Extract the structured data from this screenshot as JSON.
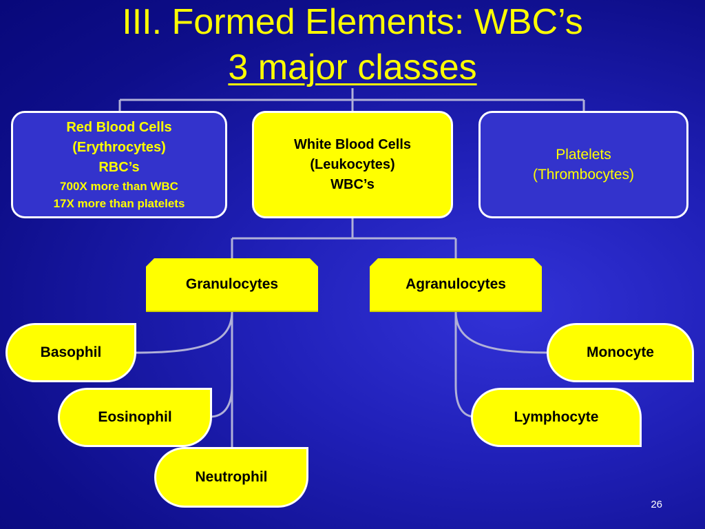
{
  "title": {
    "line1": "III. Formed Elements: WBC’s",
    "line2": "3 major classes"
  },
  "top_boxes": {
    "rbc": {
      "line1": "Red Blood Cells",
      "line2": "(Erythrocytes)",
      "line3": "RBC’s",
      "line4": "700X more than WBC",
      "line5": "17X more than platelets"
    },
    "wbc": {
      "line1": "White Blood Cells",
      "line2": "(Leukocytes)",
      "line3": "WBC’s"
    },
    "platelets": {
      "line1": "Platelets",
      "line2": "(Thrombocytes)"
    }
  },
  "classes": {
    "granulocytes": "Granulocytes",
    "agranulocytes": "Agranulocytes"
  },
  "cells": {
    "basophil": "Basophil",
    "eosinophil": "Eosinophil",
    "neutrophil": "Neutrophil",
    "monocyte": "Monocyte",
    "lymphocyte": "Lymphocyte"
  },
  "page_number": "26",
  "colors": {
    "background": "#1a1aa8",
    "title": "#ffff00",
    "yellow_box": "#ffff00",
    "blue_box": "#3333cc",
    "connector": "#b0b0d8"
  }
}
